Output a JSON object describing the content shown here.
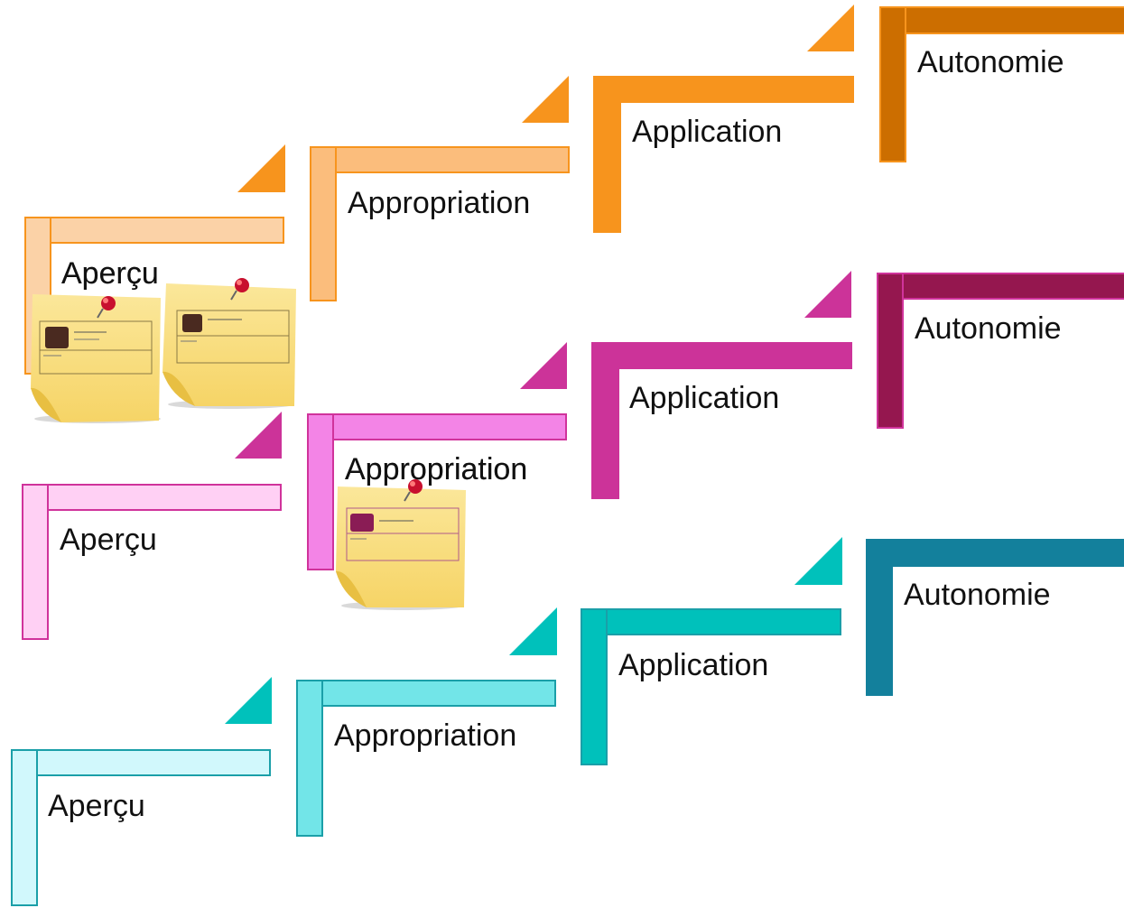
{
  "rows": [
    {
      "id": "orange",
      "colors": {
        "apercu_fill": "#fbd2a7",
        "apercu_border": "#f7941d",
        "appropriation_fill": "#fbbd7c",
        "appropriation_border": "#f7941d",
        "application_fill": "#f7941d",
        "application_border": "#f7941d",
        "autonomie_fill": "#cc6e00",
        "autonomie_border": "#f7941d",
        "triangle": "#f7941d"
      },
      "steps": [
        "Aperçu",
        "Appropriation",
        "Application",
        "Autonomie"
      ]
    },
    {
      "id": "magenta",
      "colors": {
        "apercu_fill": "#ffd0f4",
        "apercu_border": "#d0339b",
        "appropriation_fill": "#f384e6",
        "appropriation_border": "#d0339b",
        "application_fill": "#cc3399",
        "application_border": "#cc3399",
        "autonomie_fill": "#95174f",
        "autonomie_border": "#d0339b",
        "triangle": "#cc3399"
      },
      "steps": [
        "Aperçu",
        "Appropriation",
        "Application",
        "Autonomie"
      ]
    },
    {
      "id": "teal",
      "colors": {
        "apercu_fill": "#d1f8fc",
        "apercu_border": "#1a9fa8",
        "appropriation_fill": "#72e5e8",
        "appropriation_border": "#1a9fa8",
        "application_fill": "#00c1bb",
        "application_border": "#1a9fa8",
        "autonomie_fill": "#13809c",
        "autonomie_border": "#13809c",
        "triangle": "#00c1bb"
      },
      "steps": [
        "Aperçu",
        "Appropriation",
        "Application",
        "Autonomie"
      ]
    }
  ]
}
